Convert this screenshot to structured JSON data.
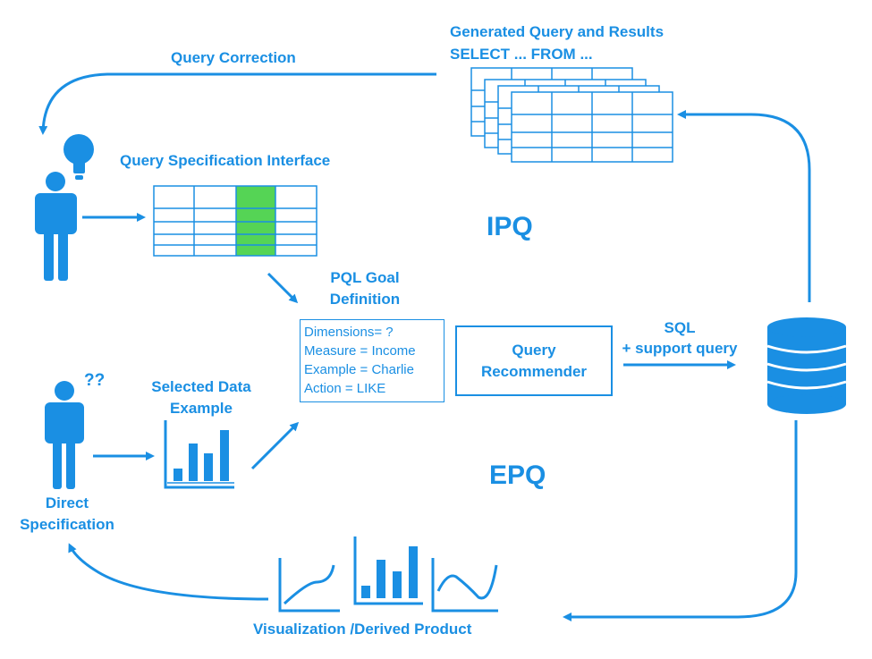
{
  "labels": {
    "query_correction": "Query Correction",
    "generated_title": "Generated Query and Results",
    "generated_sql": "SELECT ... FROM ...",
    "qsi": "Query Specification Interface",
    "ipq": "IPQ",
    "epq": "EPQ",
    "pql_goal_line1": "PQL Goal",
    "pql_goal_line2": "Definition",
    "sql": "SQL",
    "support_query": "+ support query",
    "selected_line1": "Selected Data",
    "selected_line2": "Example",
    "direct_line1": "Direct",
    "direct_line2": "Specification",
    "question_marks": "??",
    "visualization": "Visualization /Derived Product"
  },
  "pql_box": {
    "lines": [
      "Dimensions= ?",
      "Measure = Income",
      "Example = Charlie",
      "Action = LIKE"
    ]
  },
  "recommender": {
    "line1": "Query",
    "line2": "Recommender"
  },
  "colors": {
    "primary": "#1a8fe3",
    "highlight": "#55d455"
  },
  "icons": [
    "person-with-lightbulb-icon",
    "person-confused-icon",
    "database-icon",
    "bar-chart-icon",
    "table-stack-icon",
    "curve-chart-icon",
    "wave-chart-icon"
  ]
}
